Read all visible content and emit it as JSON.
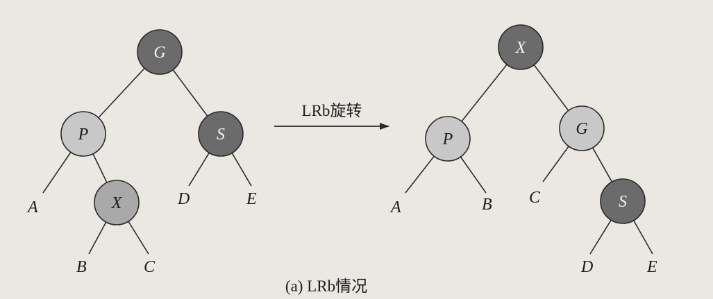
{
  "diagram": {
    "arrow_label": "LRb旋转",
    "caption": "(a) LRb情况",
    "colors": {
      "background": "#ebe8e4",
      "dark_node": "#6b6b6b",
      "light_node": "#c8c8c8",
      "mid_node": "#a9a9a9",
      "stroke": "#2a2a2a"
    },
    "before": {
      "nodes": [
        {
          "id": "G",
          "label": "G",
          "shade": "dark"
        },
        {
          "id": "P",
          "label": "P",
          "shade": "light"
        },
        {
          "id": "S",
          "label": "S",
          "shade": "dark"
        },
        {
          "id": "X",
          "label": "X",
          "shade": "mid"
        }
      ],
      "leaves": [
        {
          "id": "A",
          "label": "A"
        },
        {
          "id": "B",
          "label": "B"
        },
        {
          "id": "C",
          "label": "C"
        },
        {
          "id": "D",
          "label": "D"
        },
        {
          "id": "E",
          "label": "E"
        }
      ]
    },
    "after": {
      "nodes": [
        {
          "id": "X",
          "label": "X",
          "shade": "dark"
        },
        {
          "id": "P",
          "label": "P",
          "shade": "light"
        },
        {
          "id": "G",
          "label": "G",
          "shade": "light"
        },
        {
          "id": "S",
          "label": "S",
          "shade": "dark"
        }
      ],
      "leaves": [
        {
          "id": "A",
          "label": "A"
        },
        {
          "id": "B",
          "label": "B"
        },
        {
          "id": "C",
          "label": "C"
        },
        {
          "id": "D",
          "label": "D"
        },
        {
          "id": "E",
          "label": "E"
        }
      ]
    }
  }
}
